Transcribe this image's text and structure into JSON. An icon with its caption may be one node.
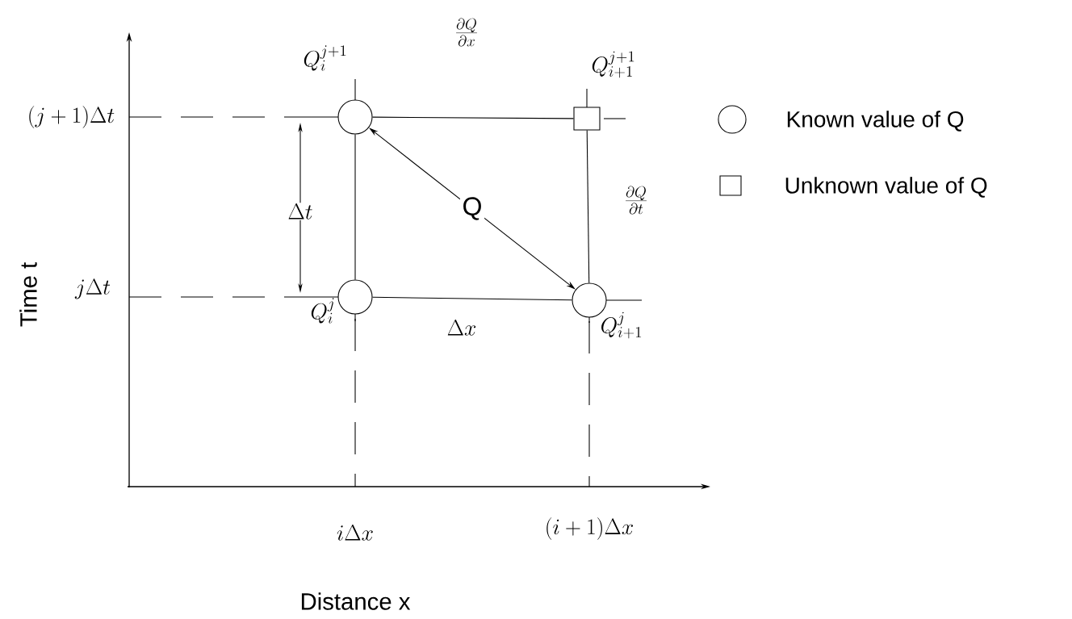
{
  "diagram": {
    "nodes": [
      {
        "text": [],
        "shape": "circle",
        "beside": [
          "Q_i^{j+1}"
        ]
      },
      {
        "text": [],
        "shape": "box",
        "beside": [
          "Q_{i+1}^{j+1}"
        ]
      },
      {
        "text": [],
        "shape": "circle",
        "beside": [
          "Q_i^j"
        ]
      },
      {
        "text": [],
        "shape": "circle",
        "beside": [
          "Q_{i+1}^j"
        ]
      }
    ],
    "edges": [
      {
        "from": 0,
        "to": 1,
        "arrow": "none"
      },
      {
        "from": 0,
        "to": 2,
        "arrow": "none"
      },
      {
        "from": 1,
        "to": 3,
        "arrow": "none"
      },
      {
        "from": 2,
        "to": 3,
        "arrow": "none"
      },
      {
        "from": 3,
        "to": 0,
        "arrow": "both",
        "label": "Q"
      }
    ],
    "labels": [
      "\\frac{\\partial Q}{\\partial x}",
      "(j+1)\\Delta t",
      "\\Delta t",
      "\\frac{\\partial Q}{\\partial t}",
      "Time t",
      "j\\Delta t",
      "\\Delta x",
      "i\\Delta x",
      "(i+1)\\Delta x",
      "Distance x"
    ],
    "legend": [
      {
        "text": "Known value of Q"
      },
      {
        "text": "Unknown value of Q"
      }
    ]
  }
}
